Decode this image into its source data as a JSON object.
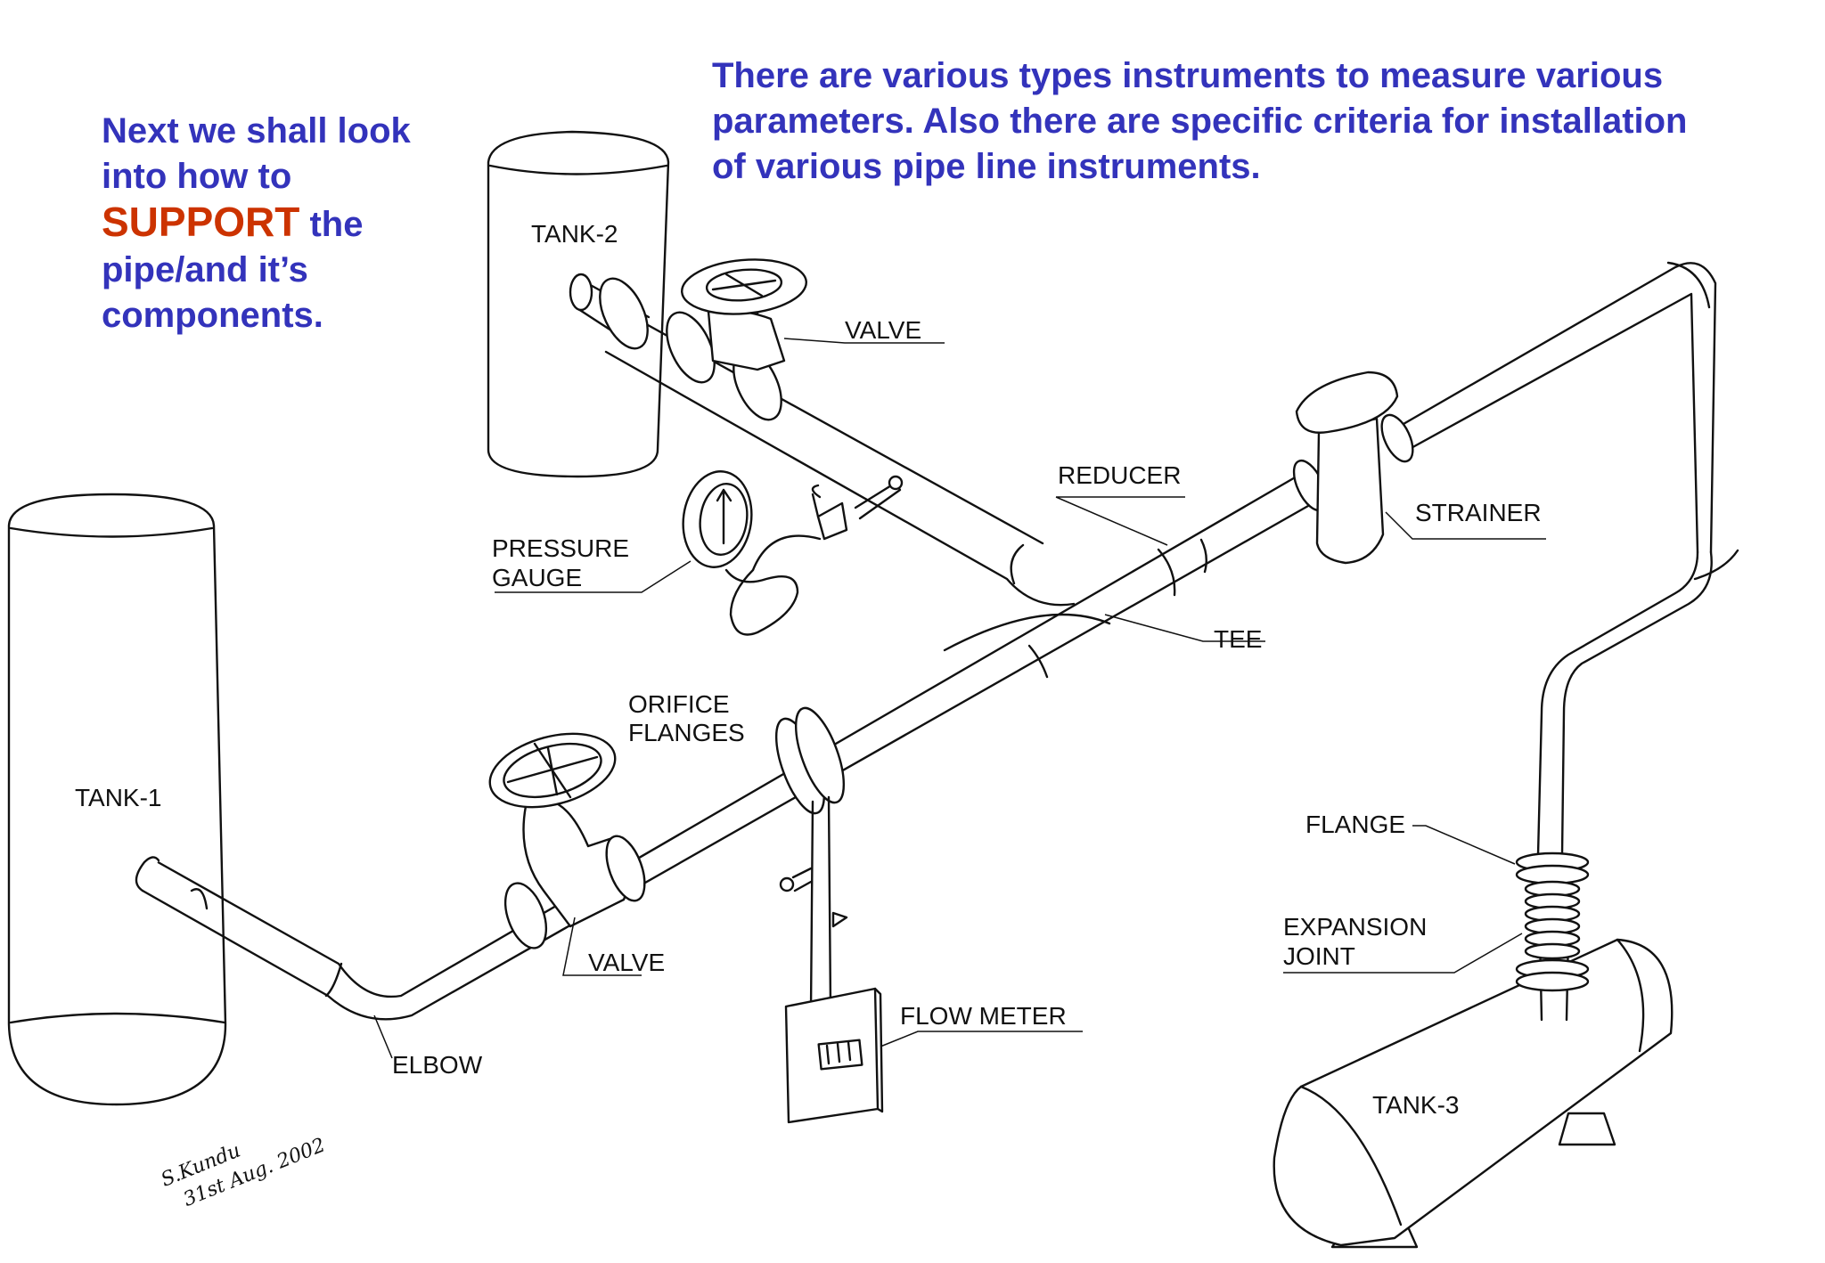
{
  "colors": {
    "heading_blue": "#3333bb",
    "highlight_red": "#cc3300",
    "ink": "#111111"
  },
  "heading_left": {
    "line1": "Next we shall look",
    "line2": "into how to",
    "highlight": "SUPPORT",
    "line3_rest": " the",
    "line4": "pipe/and it’s",
    "line5": "components."
  },
  "heading_right": {
    "line1": "There are various types instruments to measure various",
    "line2": "parameters. Also there are specific criteria for installation",
    "line3": "of various pipe line instruments."
  },
  "labels": {
    "tank1": "TANK-1",
    "tank2": "TANK-2",
    "tank3": "TANK-3",
    "valve_top": "VALVE",
    "valve_bottom": "VALVE",
    "reducer": "REDUCER",
    "strainer": "STRAINER",
    "pressure_gauge_1": "PRESSURE",
    "pressure_gauge_2": "GAUGE",
    "tee": "TEE",
    "orifice_1": "ORIFICE",
    "orifice_2": "FLANGES",
    "flange": "FLANGE",
    "expansion_1": "EXPANSION",
    "expansion_2": "JOINT",
    "elbow": "ELBOW",
    "flow_meter": "FLOW METER"
  }
}
